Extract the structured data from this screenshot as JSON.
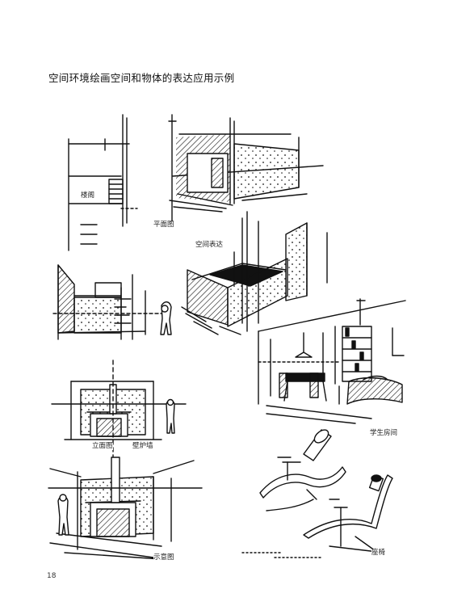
{
  "page": {
    "title": "空间环境绘画空间和物体的表达应用示例",
    "page_number": "18"
  },
  "labels": {
    "stair": "楼阁",
    "plan": "平面图",
    "space": "空间表达",
    "elevation": "立面图",
    "fireplace": "壁炉墙",
    "schematic": "示意图",
    "room": "学生房间",
    "chair": "座椅"
  }
}
